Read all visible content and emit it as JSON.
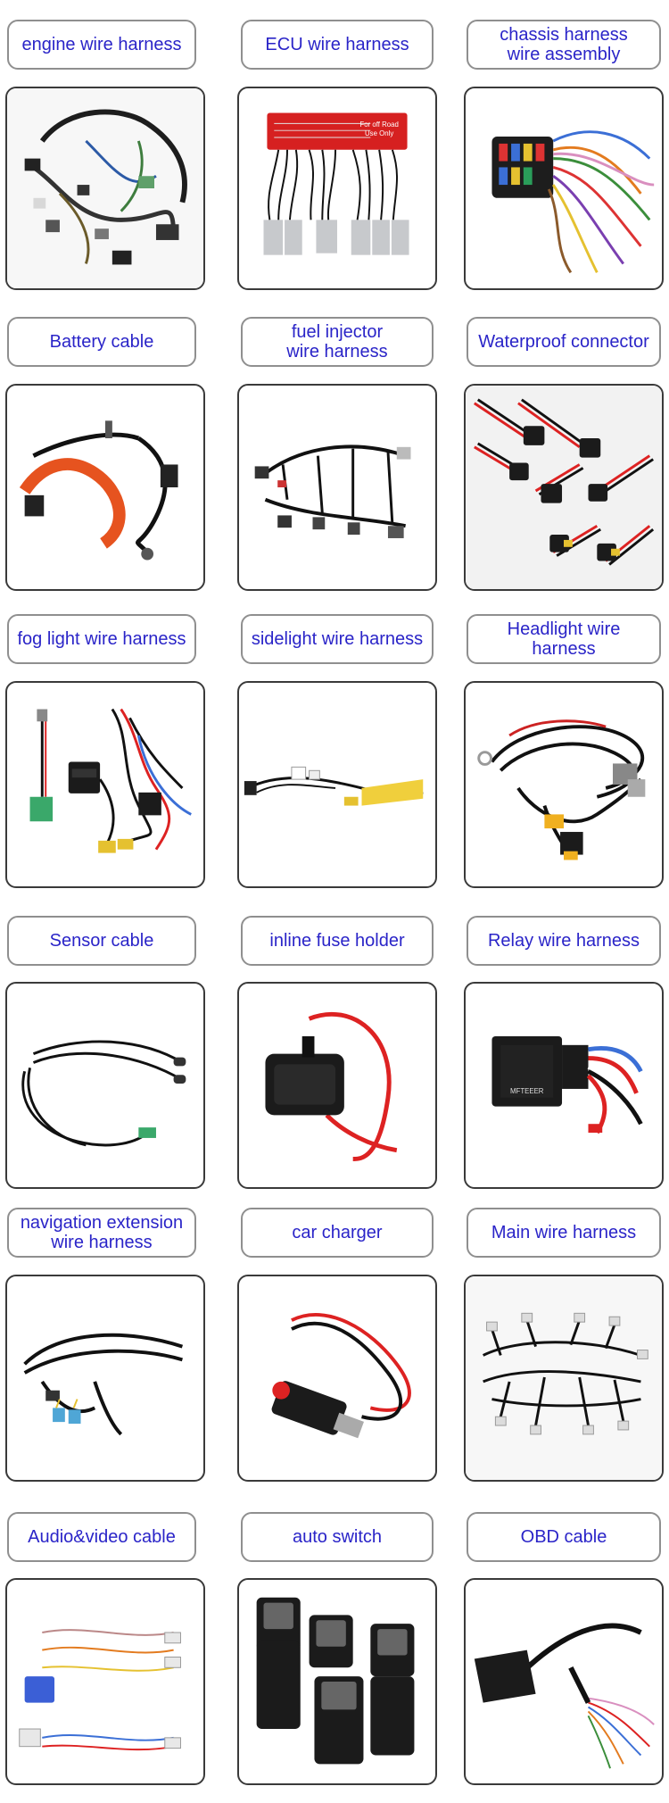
{
  "colors": {
    "label_text": "#2a24c8",
    "label_border": "#8f8f8f",
    "card_border": "#3a3a3a",
    "background": "#ffffff"
  },
  "products": [
    {
      "id": "engine-wire-harness",
      "label": "engine wire harness",
      "image": "engine harness photo"
    },
    {
      "id": "ecu-wire-harness",
      "label": "ECU wire harness",
      "image": "ecu harness photo"
    },
    {
      "id": "chassis-harness-wire-assembly",
      "label": "chassis harness\nwire assembly",
      "image": "chassis harness photo"
    },
    {
      "id": "battery-cable",
      "label": "Battery cable",
      "image": "battery cable photo"
    },
    {
      "id": "fuel-injector-wire-harness",
      "label": "fuel injector\nwire harness",
      "image": "fuel injector harness photo"
    },
    {
      "id": "waterproof-connector",
      "label": "Waterproof connector",
      "image": "waterproof connector photo"
    },
    {
      "id": "fog-light-wire-harness",
      "label": "fog light wire harness",
      "image": "fog light harness photo"
    },
    {
      "id": "sidelight-wire-harness",
      "label": "sidelight wire harness",
      "image": "sidelight harness photo"
    },
    {
      "id": "headlight-wire-harness",
      "label": "Headlight wire harness",
      "image": "headlight harness photo"
    },
    {
      "id": "sensor-cable",
      "label": "Sensor cable",
      "image": "sensor cable photo"
    },
    {
      "id": "inline-fuse-holder",
      "label": "inline fuse holder",
      "image": "fuse holder photo"
    },
    {
      "id": "relay-wire-harness",
      "label": "Relay wire harness",
      "image": "relay harness photo"
    },
    {
      "id": "navigation-extension-wire-harness",
      "label": "navigation extension\nwire harness",
      "image": "navigation extension photo"
    },
    {
      "id": "car-charger",
      "label": "car charger",
      "image": "car charger photo"
    },
    {
      "id": "main-wire-harness",
      "label": "Main wire harness",
      "image": "main harness photo"
    },
    {
      "id": "audio-video-cable",
      "label": "Audio&video cable",
      "image": "audio video cable photo"
    },
    {
      "id": "auto-switch",
      "label": "auto switch",
      "image": "auto switch photo"
    },
    {
      "id": "obd-cable",
      "label": "OBD cable",
      "image": "obd cable photo"
    }
  ],
  "image_text": {
    "ecu_tag": "For off Road\nUse Only",
    "relay_brand": "MFTEEER"
  }
}
